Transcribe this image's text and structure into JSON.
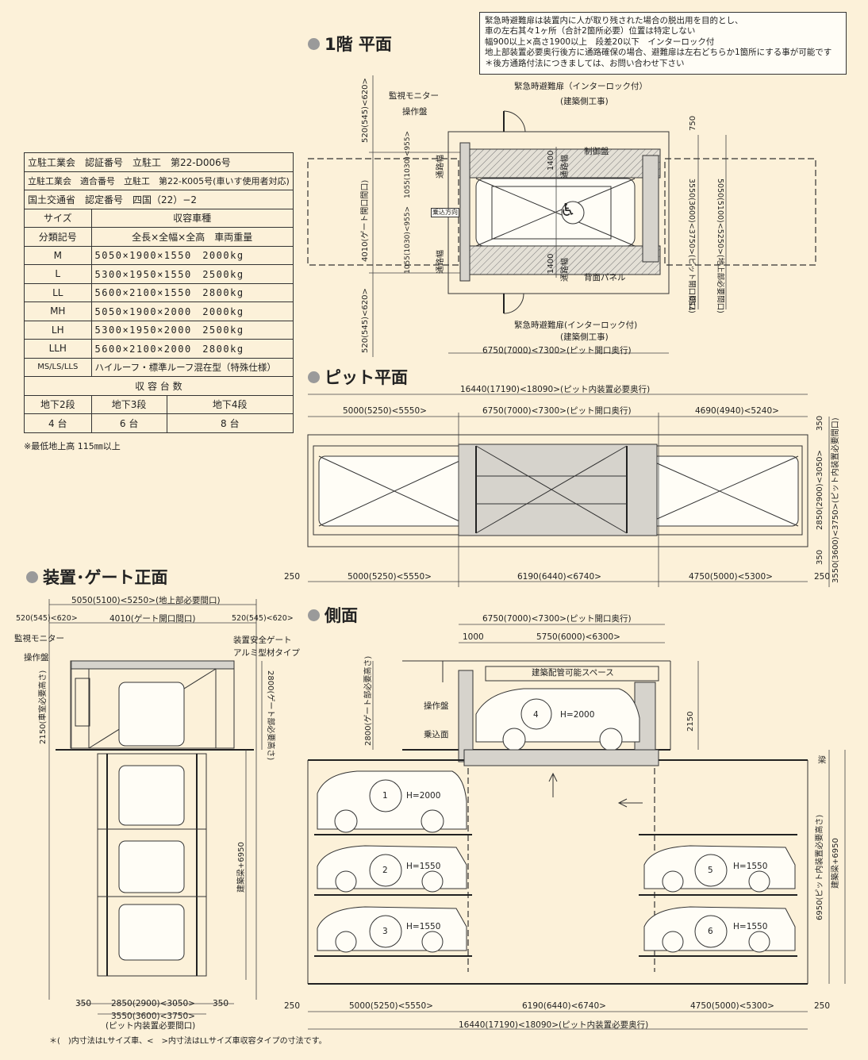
{
  "sections": {
    "floor1": "1階 平面",
    "pit": "ピット平面",
    "front": "装置･ゲート正面",
    "side": "側面"
  },
  "note_lines": [
    "緊急時避難扉は装置内に人が取り残された場合の脱出用を目的とし、",
    "車の左右其々1ヶ所（合計2箇所必要）位置は特定しない",
    "幅900以上×高さ1900以上　段差20以下　インターロック付",
    "地上部装置必要奥行後方に通路確保の場合、避難扉は左右どちらか1箇所にする事が可能です",
    "＊後方通路付法につきましては、お問い合わせ下さい"
  ],
  "spec_table": {
    "cert_rows": [
      "立駐工業会　認証番号　立駐工　第22-D006号",
      "立駐工業会　適合番号　立駐工　第22-K005号(車いす使用者対応)",
      "国土交通省　認定番号　四国（22）−2"
    ],
    "head_size": "サイズ",
    "head_type": "収容車種",
    "head_class": "分類記号",
    "head_dims": "全長×全幅×全高　車両重量",
    "rows": [
      {
        "code": "M",
        "spec": "5050×1900×1550　2000kg"
      },
      {
        "code": "L",
        "spec": "5300×1950×1550　2500kg"
      },
      {
        "code": "LL",
        "spec": "5600×2100×1550　2800kg"
      },
      {
        "code": "MH",
        "spec": "5050×1900×2000　2000kg"
      },
      {
        "code": "LH",
        "spec": "5300×1950×2000　2500kg"
      },
      {
        "code": "LLH",
        "spec": "5600×2100×2000　2800kg"
      }
    ],
    "mixed_code": "MS/LS/LLS",
    "mixed_text": "ハイルーフ・標準ルーフ混在型（特殊仕様）",
    "capacity_head": "収 容 台 数",
    "levels": [
      "地下2段",
      "地下3段",
      "地下4段"
    ],
    "counts": [
      "4 台",
      "6 台",
      "8 台"
    ]
  },
  "min_height": "※最低地上高 115㎜以上",
  "floor1": {
    "monitor": "監視モニター",
    "panel": "操作盤",
    "exit_top": "緊急時避難扉（インターロック付）",
    "exit_top_sub": "(建築側工事)",
    "control_panel": "制御盤",
    "back_panel": "背面パネル",
    "exit_bottom": "緊急時避難扉(インターロック付)",
    "exit_bottom_sub": "(建築側工事)",
    "depth": "6750(7000)<7300>(ピット開口奥行)",
    "gate_opening": "4010(ゲート開口間口)",
    "top_520": "520(545)<620>",
    "bottom_520": "520(545)<620>",
    "dim_1055_a": "1055(1030)<955>",
    "dim_1055_b": "1055(1030)<955>",
    "aisle_a": "通路幅",
    "aisle_b": "通路幅",
    "aisle_c": "通路幅",
    "aisle_d": "通路幅",
    "dim_1400_a": "1400",
    "dim_1400_b": "1400",
    "dim_750_a": "750",
    "dim_750_b": "750",
    "pit_open": "3550(3600)<3750>(ピット開口間口)",
    "ground_need": "5050(5100)<5250>(地上部必要間口)",
    "entry": "乗込方向"
  },
  "pit": {
    "total_top": "16440(17190)<18090>(ピット内装置必要奥行)",
    "seg1": "5000(5250)<5550>",
    "seg2": "6750(7000)<7300>(ピット開口奥行)",
    "seg3": "4690(4940)<5240>",
    "b250a": "250",
    "b1": "5000(5250)<5550>",
    "b2": "6190(6440)<6740>",
    "b3": "4750(5000)<5300>",
    "b250b": "250",
    "r350a": "350",
    "r2850": "2850(2900)<3050>",
    "r350b": "350",
    "r3550": "3550(3600)<3750>(ピット内装置必要間口)"
  },
  "front": {
    "ground_width": "5050(5100)<5250>(地上部必要間口)",
    "left520": "520(545)<620>",
    "gate": "4010(ゲート開口間口)",
    "right520": "520(545)<620>",
    "monitor": "監視モニター",
    "panel": "操作盤",
    "safety_gate": "装置安全ゲート",
    "alu": "アルミ型材タイプ",
    "h2150": "2150(車室必要高さ)",
    "h2800": "2800(ゲート部必要高さ)",
    "beam": "建築梁+6950",
    "b350a": "350",
    "b2850": "2850(2900)<3050>",
    "b350b": "350",
    "b3550": "3550(3600)<3750>",
    "b3550sub": "(ピット内装置必要間口)"
  },
  "side": {
    "depth": "6750(7000)<7300>(ピット開口奥行)",
    "d1000": "1000",
    "d5750": "5750(6000)<6300>",
    "piping": "建築配管可能スペース",
    "panel": "操作盤",
    "entry_face": "乗込面",
    "h2800": "2800(ゲート部必要高さ)",
    "h2150": "2150",
    "beam_mark": "梁",
    "pit_need": "6950(ピット内装置必要高さ)",
    "beam": "建築梁+6950",
    "cars": [
      {
        "no": "4",
        "h": "H=2000"
      },
      {
        "no": "1",
        "h": "H=2000"
      },
      {
        "no": "2",
        "h": "H=1550"
      },
      {
        "no": "3",
        "h": "H=1550"
      },
      {
        "no": "5",
        "h": "H=1550"
      },
      {
        "no": "6",
        "h": "H=1550"
      }
    ],
    "b250a": "250",
    "b1": "5000(5250)<5550>",
    "b2": "6190(6440)<6740>",
    "b3": "4750(5000)<5300>",
    "b250b": "250",
    "total": "16440(17190)<18090>(ピット内装置必要奥行)"
  },
  "footnote": "＊(　)内寸法はLサイズ車、<　>内寸法はLLサイズ車収容タイプの寸法です。"
}
